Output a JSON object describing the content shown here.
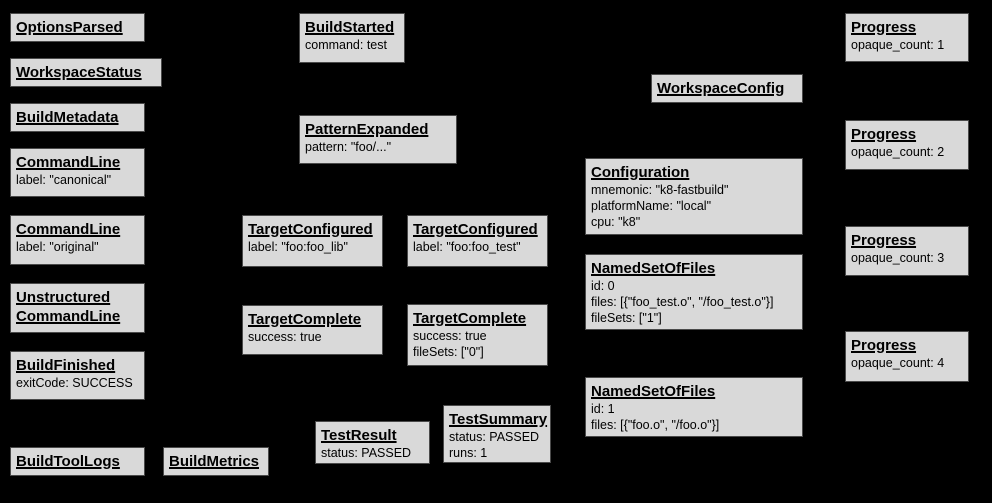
{
  "diagram": {
    "description": "Build event protocol graph",
    "colors": {
      "background": "#000000",
      "node_fill": "#d9d9d9",
      "node_border": "#4a4a4a",
      "text": "#000000"
    },
    "nodes": [
      {
        "title": "OptionsParsed",
        "lines": []
      },
      {
        "title": "WorkspaceStatus",
        "lines": []
      },
      {
        "title": "BuildMetadata",
        "lines": []
      },
      {
        "title": "CommandLine",
        "lines": [
          "label: \"canonical\""
        ]
      },
      {
        "title": "CommandLine",
        "lines": [
          "label: \"original\""
        ]
      },
      {
        "title": "Unstructured\nCommandLine",
        "lines": []
      },
      {
        "title": "BuildFinished",
        "lines": [
          "exitCode: SUCCESS"
        ]
      },
      {
        "title": "BuildToolLogs",
        "lines": []
      },
      {
        "title": "BuildMetrics",
        "lines": []
      },
      {
        "title": "BuildStarted",
        "lines": [
          "command: test"
        ]
      },
      {
        "title": "PatternExpanded",
        "lines": [
          "pattern: \"foo/...\""
        ]
      },
      {
        "title": "TargetConfigured",
        "lines": [
          "label: \"foo:foo_lib\""
        ]
      },
      {
        "title": "TargetConfigured",
        "lines": [
          "label: \"foo:foo_test\""
        ]
      },
      {
        "title": "TargetComplete",
        "lines": [
          "success: true"
        ]
      },
      {
        "title": "TargetComplete",
        "lines": [
          "success: true",
          "fileSets: [\"0\"]"
        ]
      },
      {
        "title": "TestResult",
        "lines": [
          "status: PASSED"
        ]
      },
      {
        "title": "TestSummary",
        "lines": [
          "status: PASSED",
          "runs: 1"
        ]
      },
      {
        "title": "WorkspaceConfig",
        "lines": []
      },
      {
        "title": "Configuration",
        "lines": [
          "mnemonic: \"k8-fastbuild\"",
          "platformName: \"local\"",
          "cpu: \"k8\""
        ]
      },
      {
        "title": "NamedSetOfFiles",
        "lines": [
          "id: 0",
          "files: [{\"foo_test.o\", \"/foo_test.o\"}]",
          "fileSets: [\"1\"]"
        ]
      },
      {
        "title": "NamedSetOfFiles",
        "lines": [
          "id: 1",
          "files: [{\"foo.o\", \"/foo.o\"}]"
        ]
      },
      {
        "title": "Progress",
        "lines": [
          "opaque_count: 1"
        ]
      },
      {
        "title": "Progress",
        "lines": [
          "opaque_count: 2"
        ]
      },
      {
        "title": "Progress",
        "lines": [
          "opaque_count: 3"
        ]
      },
      {
        "title": "Progress",
        "lines": [
          "opaque_count: 4"
        ]
      }
    ]
  }
}
